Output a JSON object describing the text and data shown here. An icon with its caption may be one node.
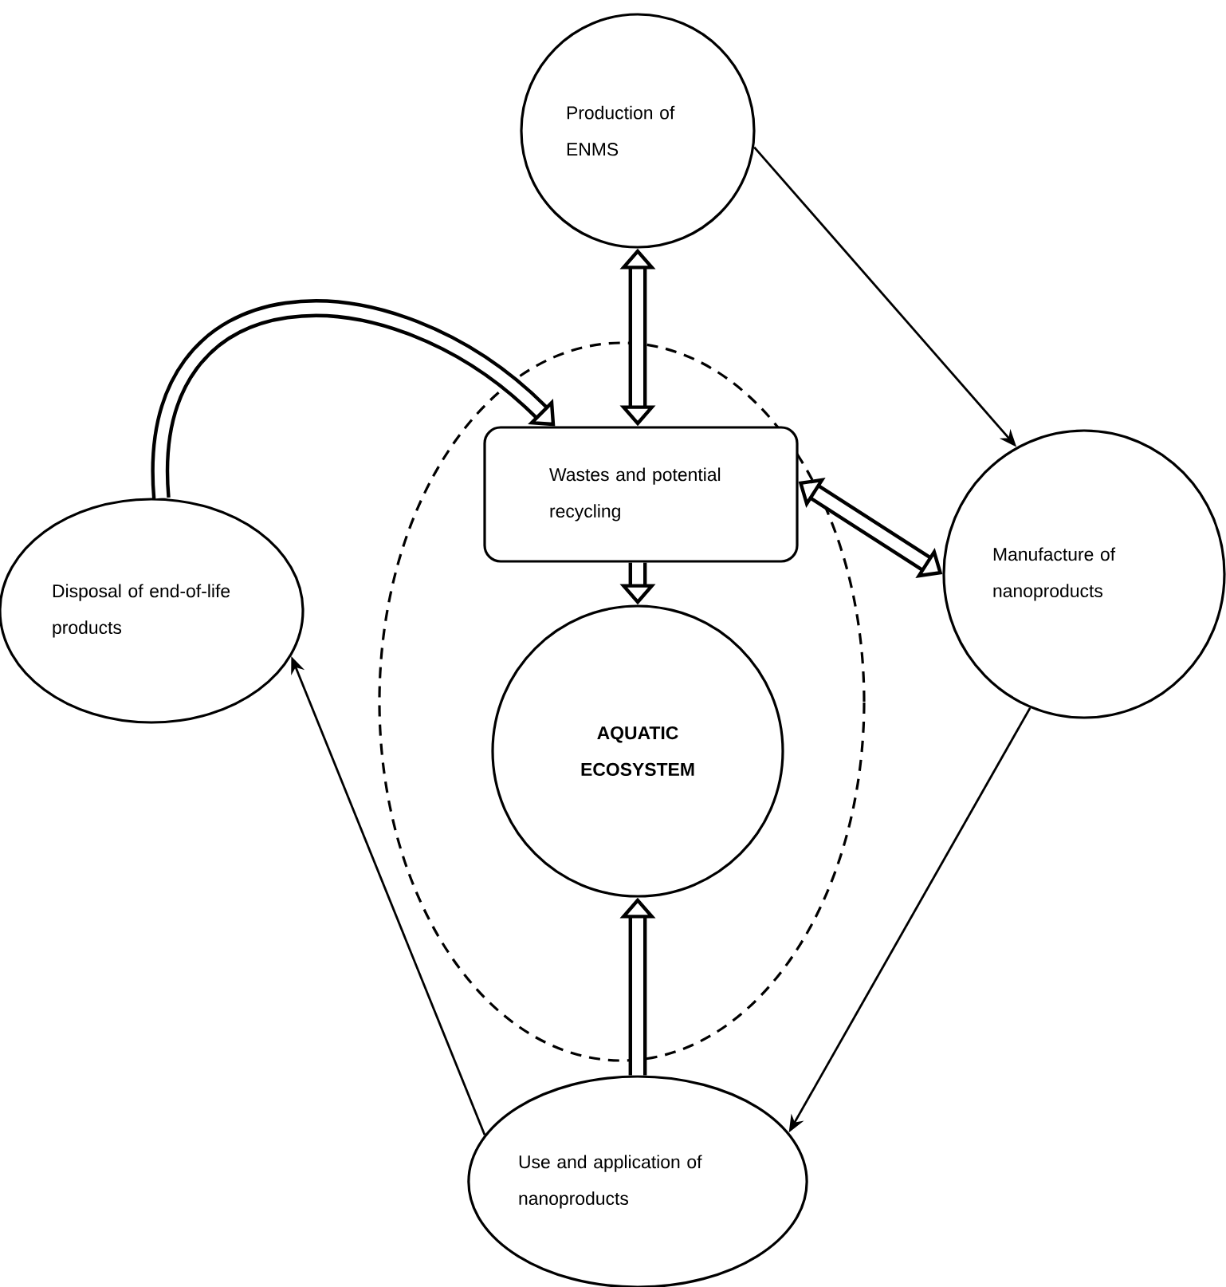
{
  "diagram": {
    "nodes": [
      {
        "text": [
          "Production of ENMS"
        ]
      },
      {
        "text": [],
        "shape": "ellipse"
      },
      {
        "text": [
          "Wastes and potential recycling"
        ],
        "in": 1
      },
      {
        "text": [
          "AQUATIC ECOSYSTEM"
        ],
        "in": 1
      },
      {
        "text": [
          "Manufacture of nanoproducts"
        ]
      },
      {
        "text": [
          "Use and application of nanoproducts"
        ]
      },
      {
        "text": [
          "Disposal of end-of-life products"
        ]
      }
    ],
    "edges": [
      {
        "from": 0,
        "to": 4,
        "arrow": "to"
      },
      {
        "from": 0,
        "to": 2,
        "arrow": "both"
      },
      {
        "from": 2,
        "to": 4,
        "arrow": "both"
      },
      {
        "from": 2,
        "to": 3,
        "arrow": "to"
      },
      {
        "from": 5,
        "to": 3,
        "arrow": "to"
      },
      {
        "from": 6,
        "to": 2,
        "arrow": "to"
      },
      {
        "from": 4,
        "to": 5,
        "arrow": "to"
      },
      {
        "from": 5,
        "to": 6,
        "arrow": "to"
      }
    ]
  }
}
